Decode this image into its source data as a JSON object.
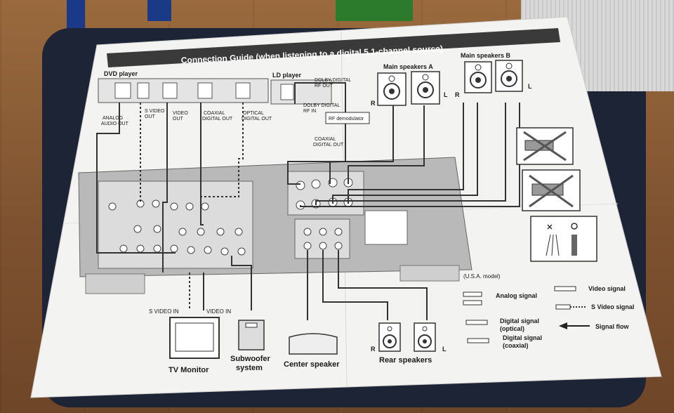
{
  "guide": {
    "title": "Connection Guide (when listening to a digital 5.1-channel source)"
  },
  "sources": {
    "dvd_player": "DVD player",
    "ld_player": "LD player",
    "analog_audio_out": [
      "ANALOG",
      "AUDIO OUT"
    ],
    "s_video_out": [
      "S VIDEO",
      "OUT"
    ],
    "video_out": [
      "VIDEO",
      "OUT"
    ],
    "coaxial_digital_out": [
      "COAXIAL",
      "DIGITAL OUT"
    ],
    "optical_digital_out": [
      "OPTICAL",
      "DIGITAL OUT"
    ],
    "dolby_digital_rf_out": [
      "DOLBY DIGITAL",
      "RF OUT"
    ],
    "dolby_digital_rf_in": [
      "DOLBY DIGITAL",
      "RF IN"
    ],
    "rf_demodulator": "RF demodulator",
    "coaxial_digital_out_2": [
      "COAXIAL",
      "DIGITAL OUT"
    ]
  },
  "speakers": {
    "main_a": "Main speakers A",
    "main_b": "Main speakers B",
    "left": "L",
    "right": "R",
    "center": "Center speaker",
    "rear": "Rear speakers"
  },
  "outputs": {
    "s_video_in": "S VIDEO IN",
    "video_in": "VIDEO IN",
    "tv_monitor": "TV Monitor",
    "subwoofer": [
      "Subwoofer",
      "system"
    ]
  },
  "legend": {
    "model": "(U.S.A. model)",
    "analog": "Analog signal",
    "video": "Video signal",
    "s_video": "S Video signal",
    "digital_optical": [
      "Digital signal",
      "(optical)"
    ],
    "digital_coaxial": [
      "Digital signal",
      "(coaxial)"
    ],
    "signal_flow": "Signal flow"
  },
  "colors": {
    "paper": "#f3f3f1",
    "title_bar": "#3a3a3a",
    "receiver": "#b9b9b9",
    "panel": "#dcdcdc",
    "wire": "#333333"
  }
}
